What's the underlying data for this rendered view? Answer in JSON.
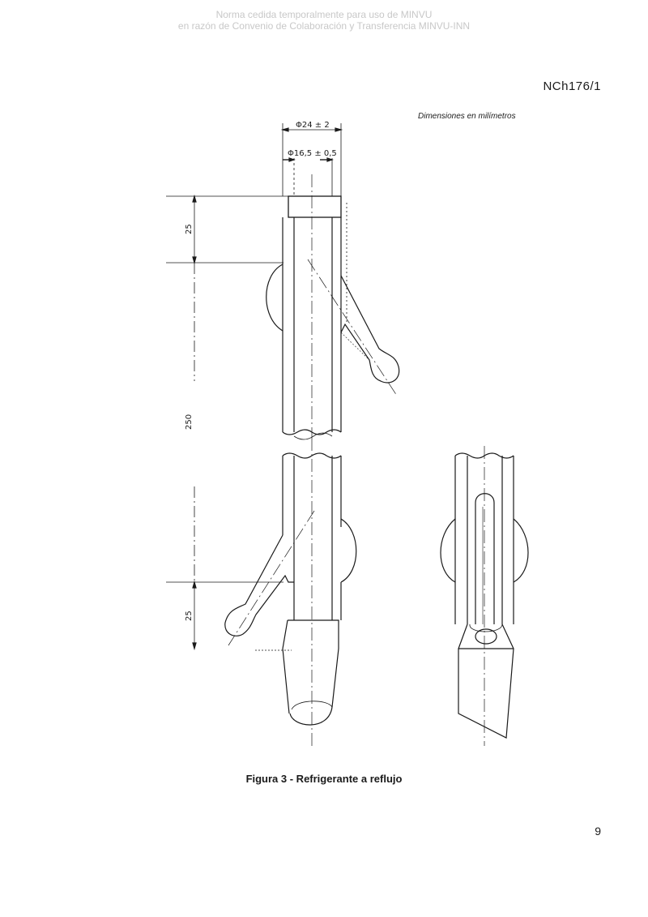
{
  "watermark": {
    "line1": "Norma cedida temporalmente para uso de MINVU",
    "line2": "en razón de Convenio de Colaboración y Transferencia MINVU-INN"
  },
  "header": {
    "doc_id": "NCh176/1"
  },
  "drawing": {
    "units_note": "Dimensiones en milímetros",
    "dims": {
      "outer_diameter": "Φ24 ± 2",
      "inner_diameter": "Φ16,5 ± 0,5",
      "top_length": "25",
      "total_length": "250",
      "bottom_length": "25"
    }
  },
  "caption": "Figura 3 - Refrigerante a reflujo",
  "page_number": "9"
}
